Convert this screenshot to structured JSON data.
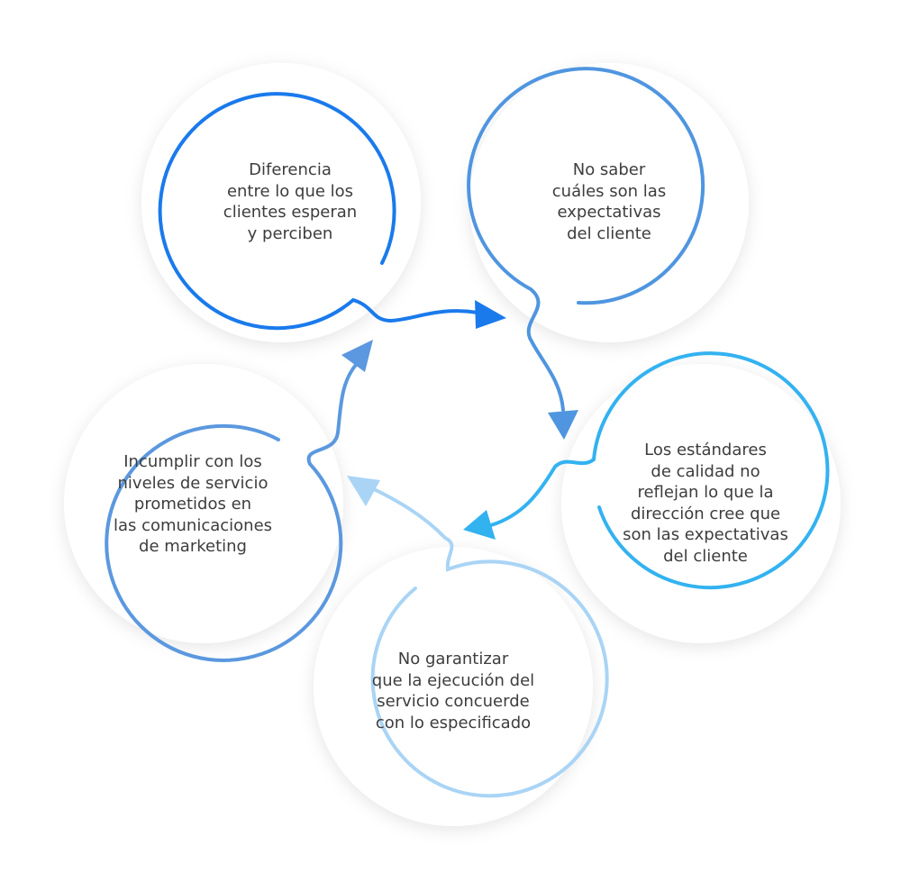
{
  "diagram": {
    "type": "cycle",
    "nodes": [
      {
        "id": "n1",
        "text": "Diferencia\nentre lo que los\nclientes esperan\ny perciben",
        "color": "#1a7aec"
      },
      {
        "id": "n2",
        "text": "No saber\ncuáles son las\nexpectativas\ndel cliente",
        "color": "#4f95e0"
      },
      {
        "id": "n3",
        "text": "Los estándares\nde calidad no\nreflejan lo que la\ndirección cree que\nson las expectativas\ndel cliente",
        "color": "#33b2f0"
      },
      {
        "id": "n4",
        "text": "No garantizar\nque la ejecución del\nservicio concuerde\ncon lo especificado",
        "color": "#a9d4f5"
      },
      {
        "id": "n5",
        "text": "Incumplir con los\nniveles de servicio\nprometidos en\nlas comunicaciones\nde marketing",
        "color": "#5b98df"
      }
    ],
    "edges": [
      {
        "from": "n1",
        "to": "n2"
      },
      {
        "from": "n2",
        "to": "n3"
      },
      {
        "from": "n3",
        "to": "n4"
      },
      {
        "from": "n4",
        "to": "n5"
      },
      {
        "from": "n5",
        "to": "n1"
      }
    ]
  }
}
